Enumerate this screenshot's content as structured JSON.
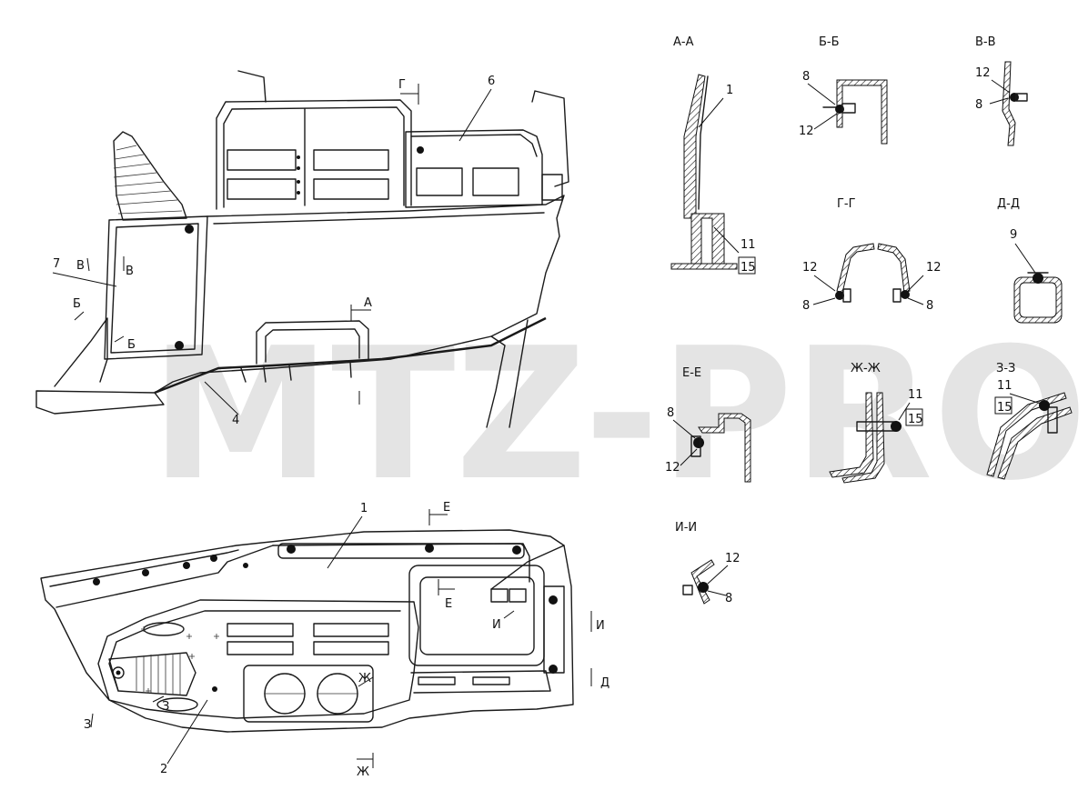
{
  "watermark": "MTZ-PRO",
  "sections": {
    "aa": "А-А",
    "bb": "Б-Б",
    "vv": "В-В",
    "gg": "Г-Г",
    "dd": "Д-Д",
    "ee": "Е-Е",
    "zhzh": "Ж-Ж",
    "zz": "З-З",
    "ii": "И-И"
  },
  "marks": {
    "a": "А",
    "b": "Б",
    "v": "В",
    "g": "Г",
    "d": "Д",
    "e": "Е",
    "zh": "Ж",
    "z": "З",
    "i": "И"
  },
  "parts": {
    "p1": "1",
    "p2": "2",
    "p4": "4",
    "p6": "6",
    "p7": "7",
    "p8": "8",
    "p9": "9",
    "p11": "11",
    "p12": "12",
    "p15": "15"
  }
}
